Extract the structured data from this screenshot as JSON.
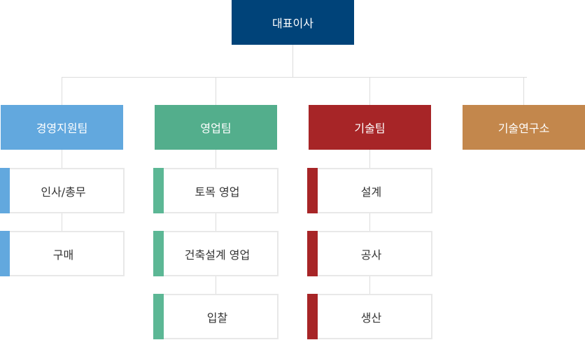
{
  "ceo": {
    "label": "대표이사",
    "color": "#004379"
  },
  "teams": [
    {
      "label": "경영지원팀",
      "color": "#62a8de",
      "bar": "#62a8de",
      "subs": [
        "인사/총무",
        "구매"
      ]
    },
    {
      "label": "영업팀",
      "color": "#53ae8c",
      "bar": "#5cb795",
      "subs": [
        "토목 영업",
        "건축설계 영업",
        "입찰"
      ]
    },
    {
      "label": "기술팀",
      "color": "#a72527",
      "bar": "#a72527",
      "subs": [
        "설계",
        "공사",
        "생산"
      ]
    },
    {
      "label": "기술연구소",
      "color": "#c3874c",
      "bar": "#c3874c",
      "subs": []
    }
  ]
}
